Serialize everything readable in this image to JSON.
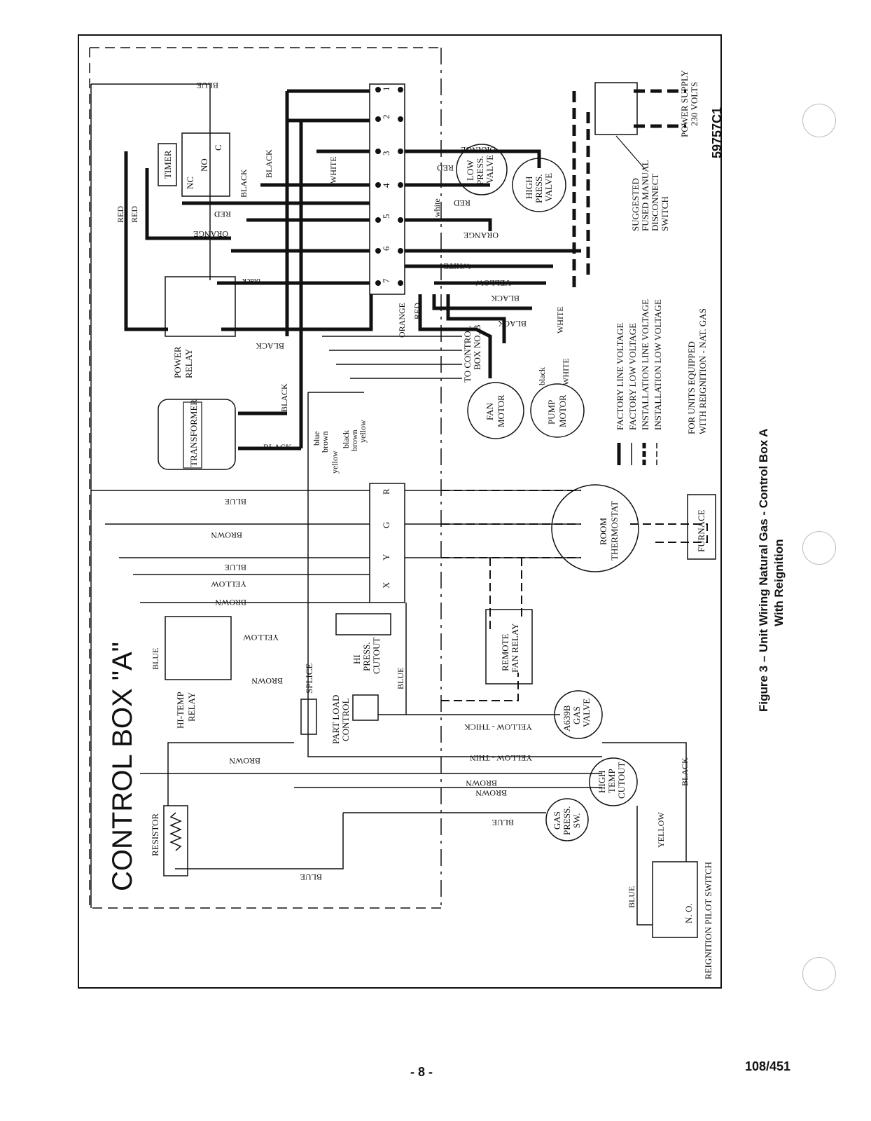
{
  "diagram": {
    "panel_title": "CONTROL BOX \"A\"",
    "figure_caption_line1": "Figure 3 – Unit Wiring Natural Gas - Control Box A",
    "figure_caption_line2": "With Reignition",
    "part_number": "59757C1",
    "power_supply_line1": "POWER SUPPLY",
    "power_supply_line2": "230 VOLTS",
    "disconnect_lines": [
      "SUGGESTED",
      "FUSED MANUAL",
      "DISCONNECT",
      "SWITCH"
    ],
    "to_box_lines": [
      "TO CONTROL",
      "BOX NO. B"
    ],
    "legend": [
      "FACTORY LINE VOLTAGE",
      "FACTORY LOW VOLTAGE",
      "INSTALLATION LINE VOLTAGE",
      "INSTALLATION LOW VOLTAGE"
    ],
    "note_lines": [
      "FOR UNITS EQUIPPED",
      "WITH REIGNITION - NAT. GAS"
    ],
    "components": {
      "timer": "TIMER",
      "power_relay": [
        "POWER",
        "RELAY"
      ],
      "transformer": "TRANSFORMER",
      "hi_temp_relay": [
        "HI-TEMP",
        "RELAY"
      ],
      "resistor": "RESISTOR",
      "splice": "SPLICE",
      "part_load": [
        "PART LOAD",
        "CONTROL"
      ],
      "hi_press_cutout": [
        "HI",
        "PRESS.",
        "CUTOUT"
      ],
      "remote_fan_relay": [
        "REMOTE",
        "FAN RELAY"
      ],
      "gas_valve": [
        "A639B",
        "GAS",
        "VALVE"
      ],
      "high_temp_cutout": [
        "HIGH",
        "TEMP",
        "CUTOUT"
      ],
      "gas_press_sw": [
        "GAS",
        "PRESS.",
        "SW."
      ],
      "reignition": "REIGNITION PILOT SWITCH",
      "no_label": "N. O.",
      "fan_motor": [
        "FAN",
        "MOTOR"
      ],
      "pump_motor": [
        "PUMP",
        "MOTOR"
      ],
      "low_press_valve": [
        "LOW",
        "PRESS.",
        "VALVE"
      ],
      "high_press_valve": [
        "HIGH",
        "PRESS.",
        "VALVE"
      ],
      "room_thermostat": [
        "ROOM",
        "THERMOSTAT"
      ],
      "furnace": "FURNACE"
    },
    "terminals": [
      "1",
      "2",
      "3",
      "4",
      "5",
      "6",
      "7"
    ],
    "thermostat_terms": [
      "R",
      "G",
      "Y",
      "X"
    ],
    "timer_terms": [
      "NC",
      "NO",
      "C"
    ],
    "wires": {
      "blue": "BLUE",
      "red": "RED",
      "black": "BLACK",
      "orange": "ORANGE",
      "white": "WHITE",
      "yellow": "YELLOW",
      "brown": "BROWN",
      "yellow_thick": "YELLOW - THICK",
      "yellow_thin": "YELLOW - THIN",
      "lc_black": "black",
      "lc_blue": "blue",
      "lc_brown": "brown",
      "lc_yellow": "yellow",
      "lc_white": "white"
    }
  },
  "footer": {
    "page_number": "- 8 -",
    "doc_number": "108/451"
  }
}
